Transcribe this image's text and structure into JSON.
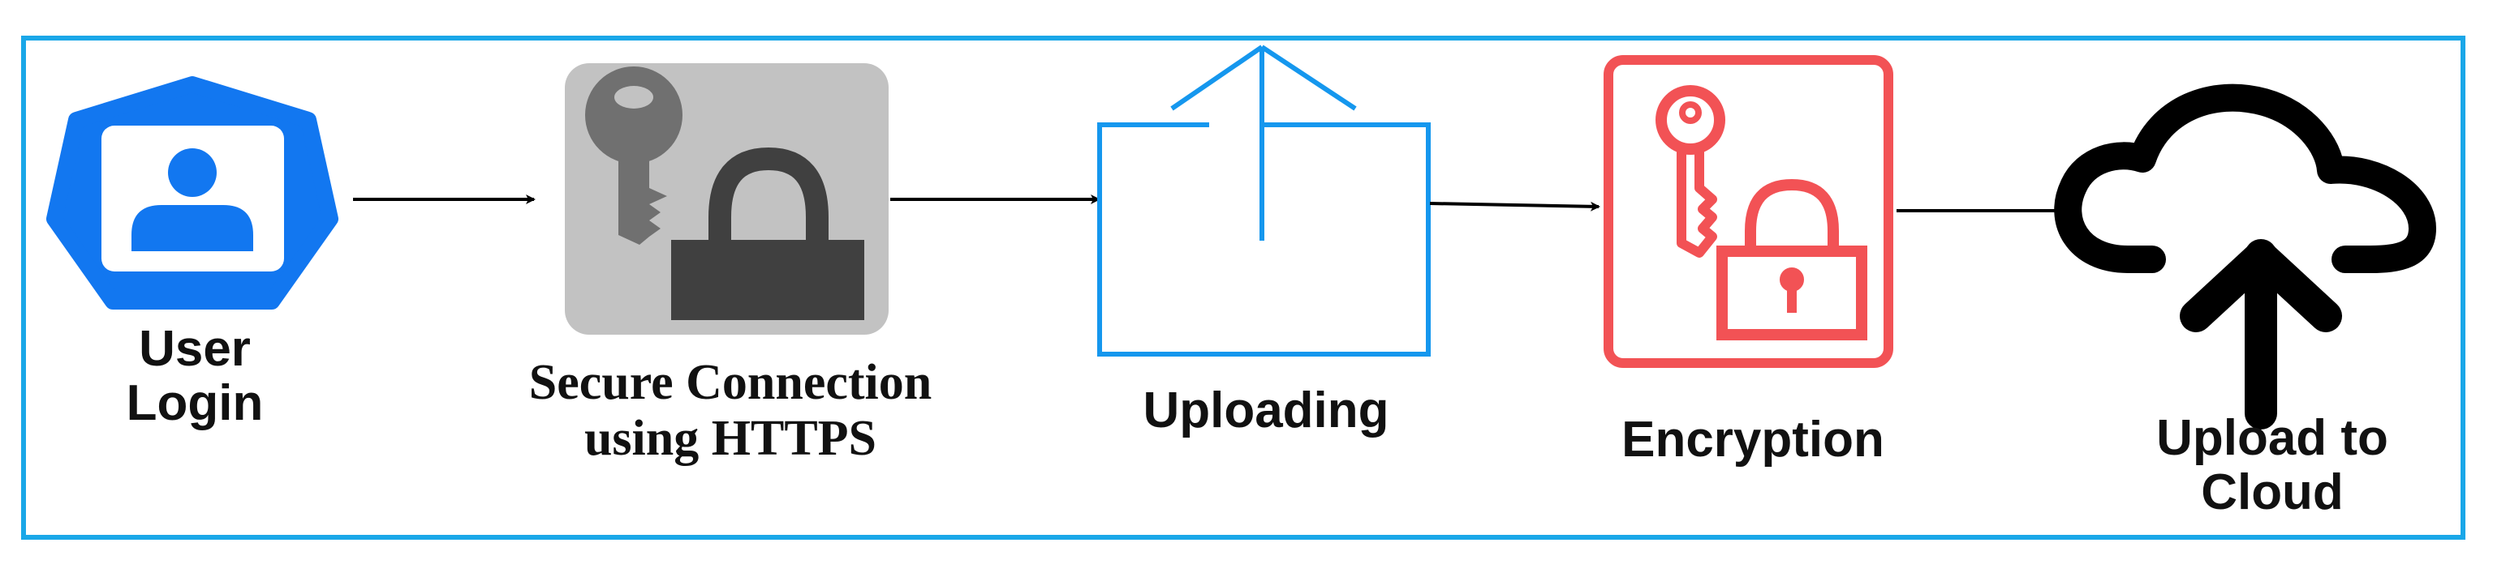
{
  "colors": {
    "frame": "#1aa7e8",
    "user_blue": "#1277f0",
    "key_tile": "#c2c2c2",
    "key_gray": "#707070",
    "lock_dark": "#404040",
    "upload_blue": "#1597ee",
    "encryption_red": "#f25255",
    "cloud_black": "#000000",
    "arrow": "#000000"
  },
  "steps": [
    {
      "icon": "user-login-icon",
      "lines": [
        "User",
        "Login"
      ]
    },
    {
      "icon": "key-lock-icon",
      "lines": [
        "Secure Connection",
        "using HTTPS"
      ]
    },
    {
      "icon": "upload-icon",
      "lines": [
        "Uploading"
      ]
    },
    {
      "icon": "encryption-icon",
      "lines": [
        "Encryption"
      ]
    },
    {
      "icon": "cloud-upload-icon",
      "lines": [
        "Upload to",
        "Cloud"
      ]
    }
  ]
}
